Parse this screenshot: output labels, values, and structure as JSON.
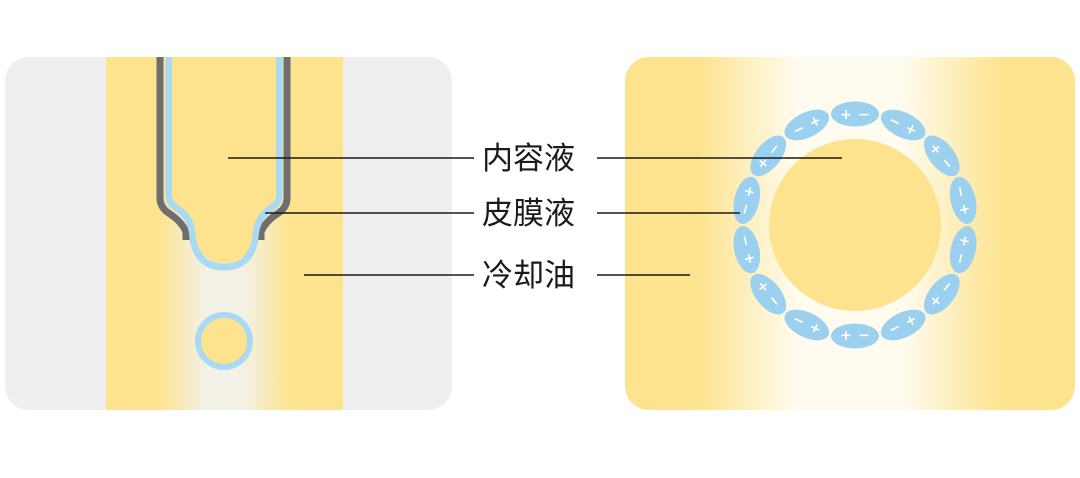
{
  "labels": {
    "inner_fluid": "内容液",
    "membrane_fluid": "皮膜液",
    "cooling_oil": "冷却油"
  },
  "colors": {
    "panel_gray": "#efefef",
    "yellow": "#fde38d",
    "light_yellow": "#fff6d9",
    "membrane_blue": "#a9d9f3",
    "charge_blue": "#9bd0ee",
    "nozzle_gray": "#6e6e6e",
    "leader_line": "#1a1a1a"
  },
  "charges": {
    "left_ring_top": "−",
    "left_ring_bottom": "+",
    "signs": [
      "+",
      "−"
    ]
  }
}
